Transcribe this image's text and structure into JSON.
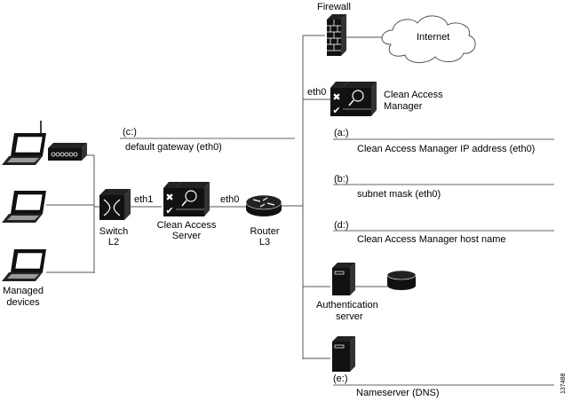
{
  "diagram": {
    "nodes": {
      "firewall": {
        "label": "Firewall"
      },
      "internet": {
        "label": "Internet"
      },
      "cam": {
        "label_line1": "Clean Access",
        "label_line2": "Manager",
        "port": "eth0"
      },
      "cas": {
        "label_line1": "Clean Access",
        "label_line2": "Server",
        "port_in": "eth1",
        "port_out": "eth0"
      },
      "switch": {
        "label_line1": "Switch",
        "label_line2": "L2"
      },
      "router": {
        "label_line1": "Router",
        "label_line2": "L3"
      },
      "managed_devices": {
        "label_line1": "Managed",
        "label_line2": "devices"
      },
      "auth_server": {
        "label_line1": "Authentication",
        "label_line2": "server"
      },
      "nameserver": {
        "label": "Nameserver (DNS)",
        "field_tag": "(e:)"
      }
    },
    "fields": [
      {
        "tag": "(c:)",
        "desc": "default gateway (eth0)"
      },
      {
        "tag": "(a:)",
        "desc": "Clean Access Manager IP address (eth0)"
      },
      {
        "tag": "(b:)",
        "desc": "subnet mask (eth0)"
      },
      {
        "tag": "(d:)",
        "desc": "Clean Access Manager host name"
      }
    ],
    "figure_number": "137488"
  }
}
